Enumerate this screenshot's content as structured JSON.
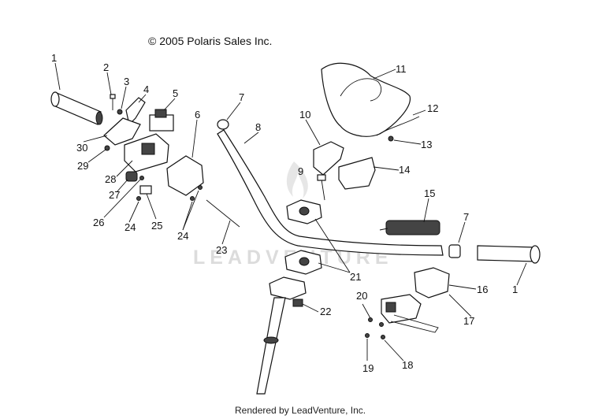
{
  "copyright": "© 2005 Polaris Sales Inc.",
  "footer": "Rendered by LeadVenture, Inc.",
  "watermark": "LEADVENTURE",
  "callouts": [
    {
      "id": "c1a",
      "text": "1"
    },
    {
      "id": "c2",
      "text": "2"
    },
    {
      "id": "c3",
      "text": "3"
    },
    {
      "id": "c4",
      "text": "4"
    },
    {
      "id": "c5",
      "text": "5"
    },
    {
      "id": "c6",
      "text": "6"
    },
    {
      "id": "c7a",
      "text": "7"
    },
    {
      "id": "c8",
      "text": "8"
    },
    {
      "id": "c9",
      "text": "9"
    },
    {
      "id": "c10",
      "text": "10"
    },
    {
      "id": "c11",
      "text": "11"
    },
    {
      "id": "c12",
      "text": "12"
    },
    {
      "id": "c13",
      "text": "13"
    },
    {
      "id": "c14",
      "text": "14"
    },
    {
      "id": "c15",
      "text": "15"
    },
    {
      "id": "c7b",
      "text": "7"
    },
    {
      "id": "c1b",
      "text": "1"
    },
    {
      "id": "c16",
      "text": "16"
    },
    {
      "id": "c17",
      "text": "17"
    },
    {
      "id": "c21",
      "text": "21"
    },
    {
      "id": "c22",
      "text": "22"
    },
    {
      "id": "c20",
      "text": "20"
    },
    {
      "id": "c19",
      "text": "19"
    },
    {
      "id": "c18",
      "text": "18"
    },
    {
      "id": "c23",
      "text": "23"
    },
    {
      "id": "c24a",
      "text": "24"
    },
    {
      "id": "c24b",
      "text": "24"
    },
    {
      "id": "c25",
      "text": "25"
    },
    {
      "id": "c26",
      "text": "26"
    },
    {
      "id": "c27",
      "text": "27"
    },
    {
      "id": "c28",
      "text": "28"
    },
    {
      "id": "c29",
      "text": "29"
    },
    {
      "id": "c30",
      "text": "30"
    }
  ]
}
